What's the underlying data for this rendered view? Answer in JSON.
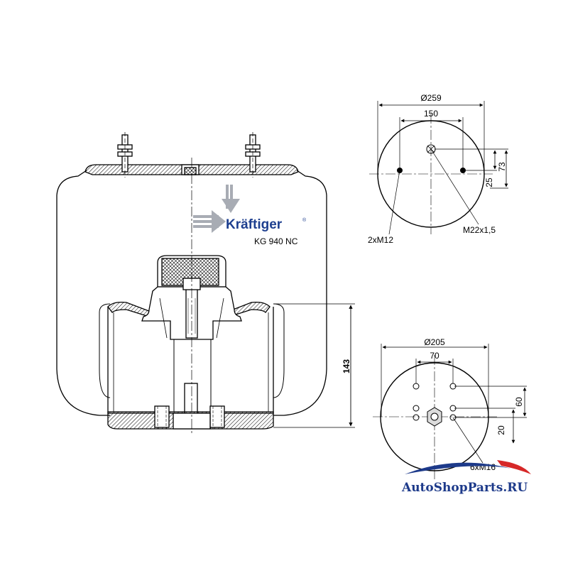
{
  "brand": {
    "name": "Kräftiger",
    "mark": "®",
    "model": "KG 940 NC",
    "color": "#1e3f8f",
    "logo_icon": "arrows-converging-icon"
  },
  "side_view": {
    "height_label": "143"
  },
  "top_plate": {
    "diameter_label": "Ø259",
    "bolt_spacing_label": "150",
    "offset_small_label": "25",
    "offset_large_label": "73",
    "bolt_thread_label": "2xM12",
    "air_fitting_label": "M22x1,5"
  },
  "bottom_piston": {
    "diameter_label": "Ø205",
    "hole_spacing_label": "70",
    "vertical_spacing_label": "60",
    "offset_label": "20",
    "thread_label": "6xM16"
  },
  "watermark": {
    "text": "AutoShopParts.RU",
    "color": "#1d3a8a",
    "accent": "#d62828"
  }
}
